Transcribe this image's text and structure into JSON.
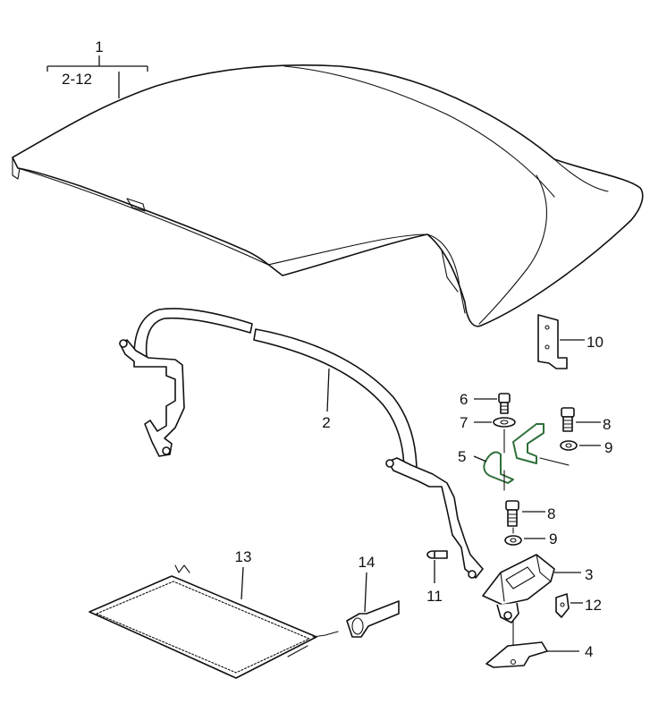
{
  "callouts": {
    "c1": "1",
    "c2_12": "2-12",
    "c2": "2",
    "c3": "3",
    "c4": "4",
    "c5": "5",
    "c6": "6",
    "c7": "7",
    "c8a": "8",
    "c8b": "8",
    "c9a": "9",
    "c9b": "9",
    "c10": "10",
    "c11": "11",
    "c12": "12",
    "c13": "13",
    "c14": "14"
  },
  "colors": {
    "line": "#111111",
    "highlight": "#2f6f3a",
    "background": "#ffffff"
  }
}
